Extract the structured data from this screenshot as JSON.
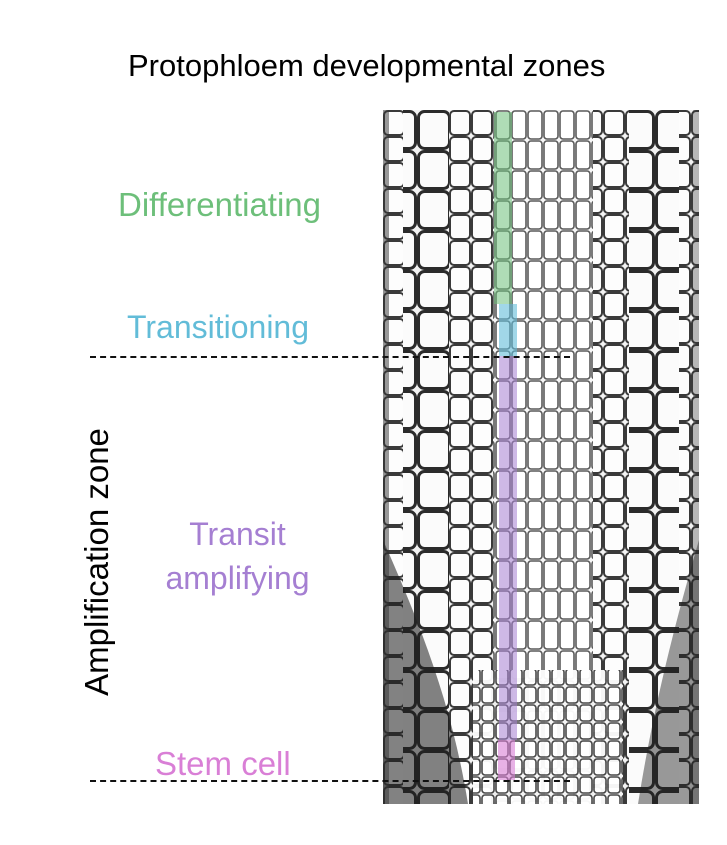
{
  "title": "Protophloem developmental zones",
  "zones": [
    {
      "id": "differentiating",
      "label": "Differentiating",
      "color": "#6dbf7a"
    },
    {
      "id": "transitioning",
      "label": "Transitioning",
      "color": "#62bcd8"
    },
    {
      "id": "transit-amplifying",
      "label": "Transit amplifying",
      "color": "#a57fd2"
    },
    {
      "id": "stem-cell",
      "label": "Stem cell",
      "color": "#d97fd6"
    }
  ],
  "amplification_zone_label": "Amplification zone"
}
